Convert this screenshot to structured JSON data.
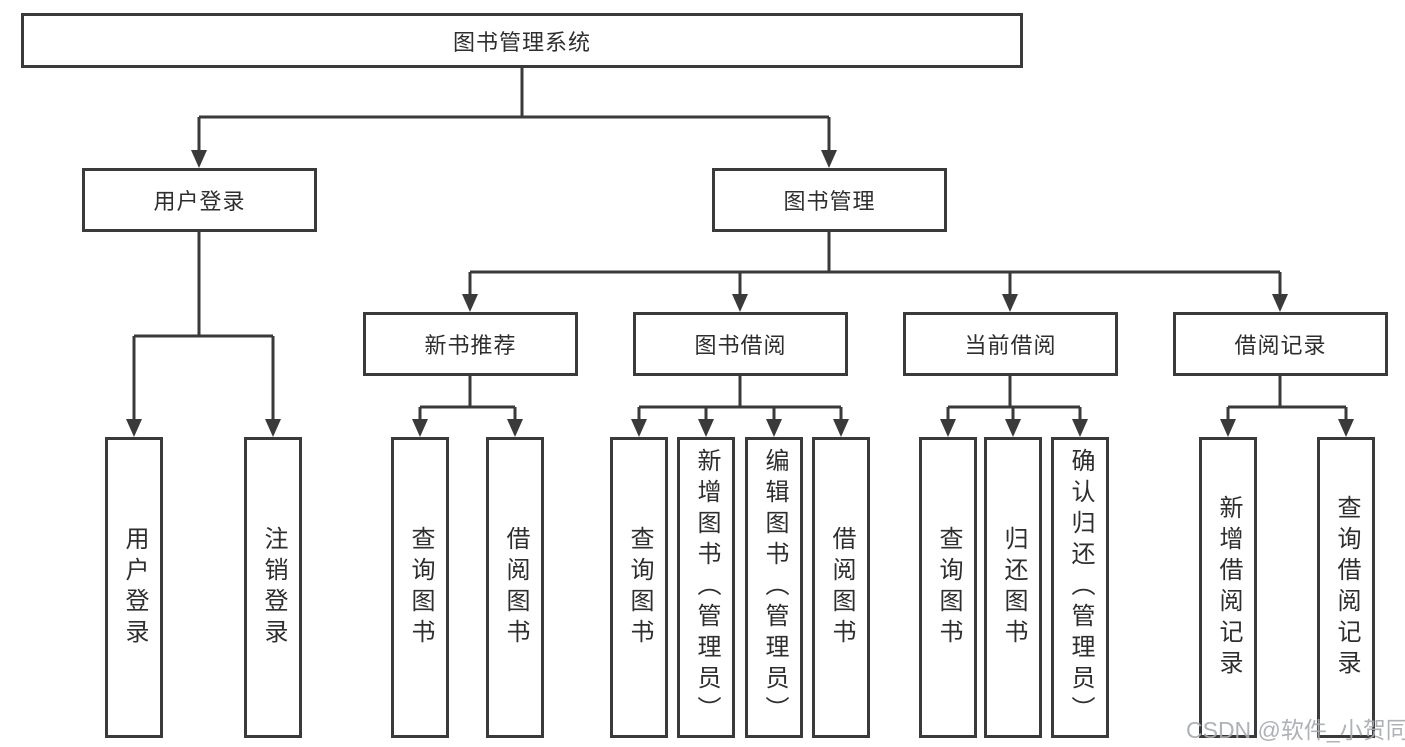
{
  "diagram": {
    "title_note": "functional structure tree of a library management system",
    "root": {
      "label": "图书管理系统"
    },
    "level2": [
      {
        "label": "用户登录"
      },
      {
        "label": "图书管理"
      }
    ],
    "level3": [
      {
        "label": "新书推荐"
      },
      {
        "label": "图书借阅"
      },
      {
        "label": "当前借阅"
      },
      {
        "label": "借阅记录"
      }
    ],
    "leaves": [
      {
        "label": "用户登录"
      },
      {
        "label": "注销登录"
      },
      {
        "label": "查询图书"
      },
      {
        "label": "借阅图书"
      },
      {
        "label": "查询图书"
      },
      {
        "label": "新增图书（管理员）"
      },
      {
        "label": "编辑图书（管理员）"
      },
      {
        "label": "借阅图书"
      },
      {
        "label": "查询图书"
      },
      {
        "label": "归还图书"
      },
      {
        "label": "确认归还（管理员）"
      },
      {
        "label": "新增借阅记录"
      },
      {
        "label": "查询借阅记录"
      }
    ],
    "colors": {
      "line": "#3a3a3a",
      "box_border": "#3a3a3a",
      "text": "#2e2e2e",
      "watermark": "#a7acb2"
    }
  },
  "watermark": {
    "text": "CSDN @软件_小贺同学"
  }
}
